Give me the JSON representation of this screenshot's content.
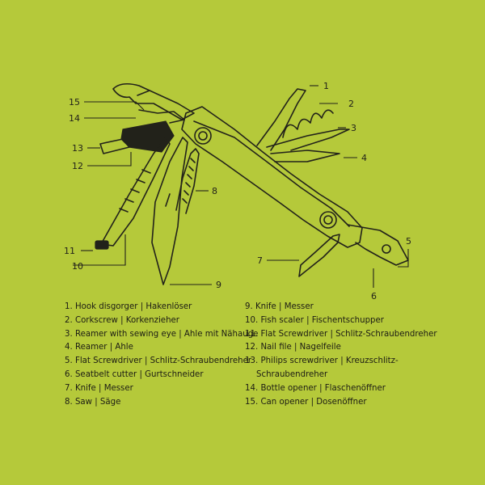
{
  "callouts": [
    "1",
    "2",
    "3",
    "4",
    "5",
    "6",
    "7",
    "8",
    "9",
    "10",
    "11",
    "12",
    "13",
    "14",
    "15"
  ],
  "legend": {
    "items": [
      "1. Hook disgorger | Hakenlöser",
      "2. Corkscrew | Korkenzieher",
      "3. Reamer with sewing eye | Ahle mit Nähauge",
      "4. Reamer | Ahle",
      "5. Flat Screwdriver | Schlitz-Schraubendreher",
      "6. Seatbelt cutter | Gurtschneider",
      "7. Knife | Messer",
      "8. Saw | Säge",
      "9. Knife | Messer",
      "10. Fish scaler | Fischentschupper",
      "11. Flat Screwdriver | Schlitz-Schraubendreher",
      "12. Nail file | Nagelfeile",
      "13. Philips screwdriver | Kreuzschlitz-",
      "Schraubendreher",
      "14. Bottle opener | Flaschenöffner",
      "15. Can opener | Dosenöffner"
    ]
  }
}
